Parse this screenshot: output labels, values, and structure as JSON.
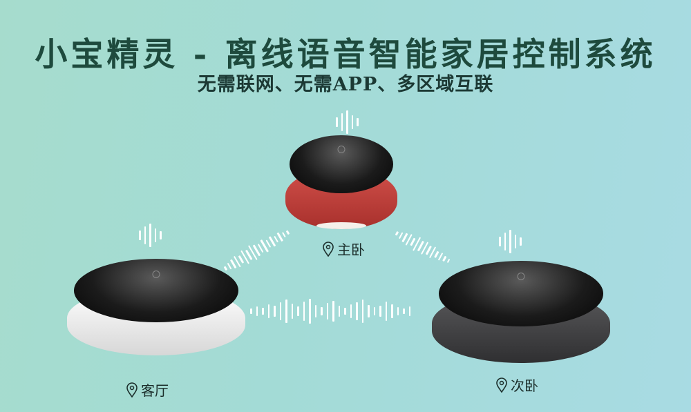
{
  "header": {
    "title": "小宝精灵 - 离线语音智能家居控制系统",
    "subtitle": "无需联网、无需APP、多区域互联"
  },
  "devices": [
    {
      "room": "主卧",
      "color": "#c0403a"
    },
    {
      "room": "客厅",
      "color": "#f2f2f2"
    },
    {
      "room": "次卧",
      "color": "#4a4a4c"
    }
  ],
  "icons": [
    "location-pin-icon",
    "sound-wave-icon"
  ],
  "colors": {
    "title": "#1e4a3d",
    "wave": "#ffffff"
  }
}
